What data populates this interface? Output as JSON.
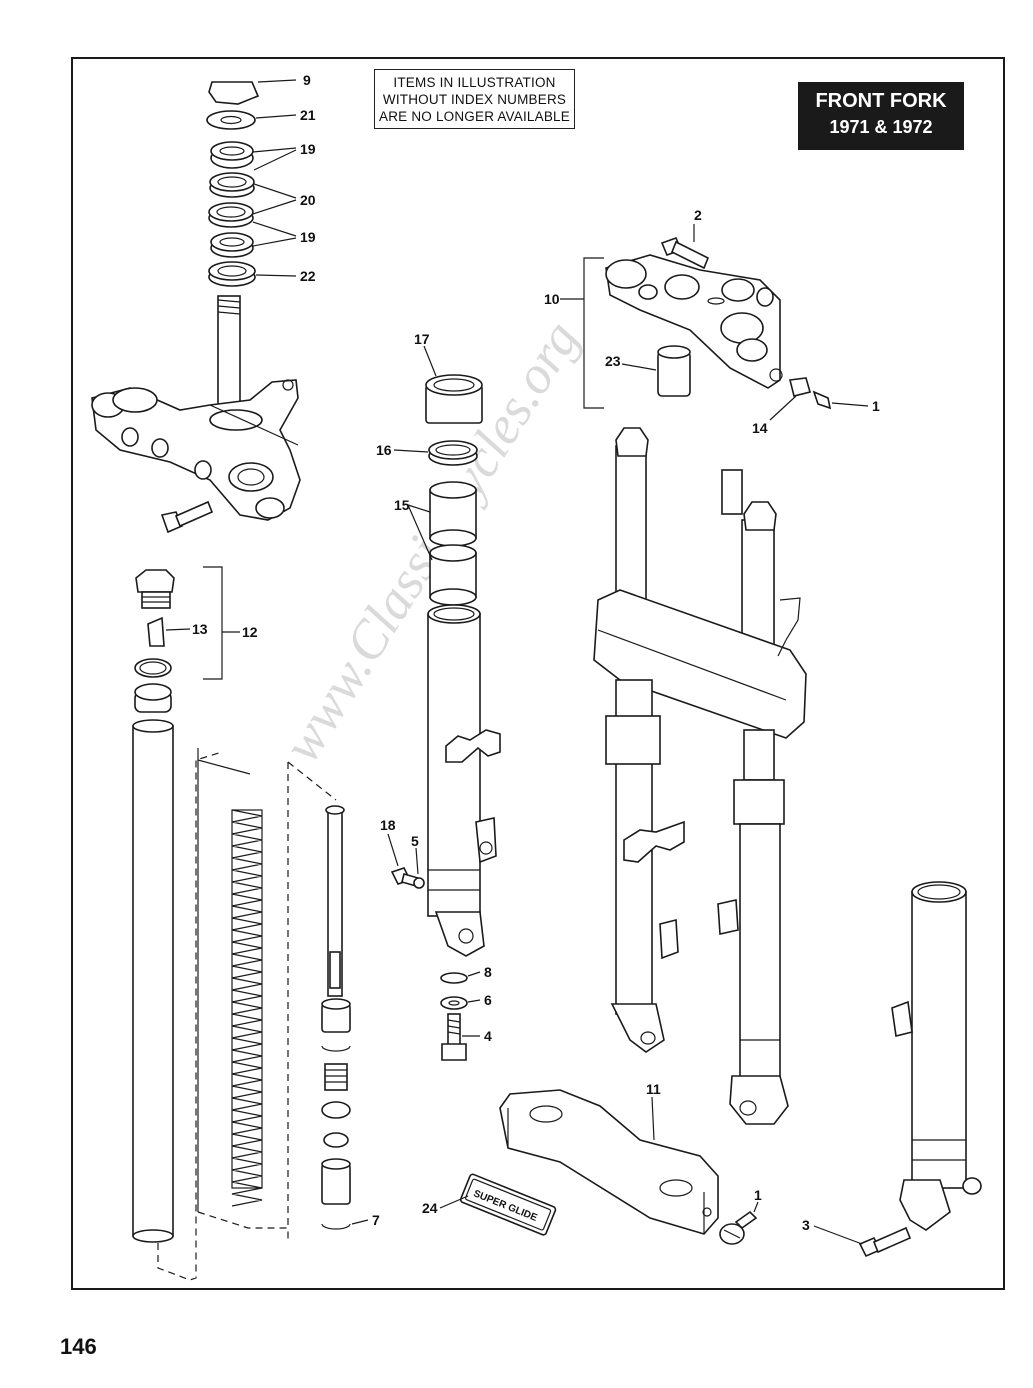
{
  "title": {
    "line1": "FRONT FORK",
    "line2": "1971 & 1972"
  },
  "notice": {
    "line1": "ITEMS IN ILLUSTRATION",
    "line2": "WITHOUT INDEX NUMBERS",
    "line3": "ARE NO LONGER AVAILABLE"
  },
  "page_number": "146",
  "watermark": "www.ClassicCycles.org",
  "badge_text": "SUPER GLIDE",
  "callouts": {
    "c9": "9",
    "c21": "21",
    "c19a": "19",
    "c20": "20",
    "c19b": "19",
    "c22": "22",
    "c2": "2",
    "c10": "10",
    "c23": "23",
    "c1a": "1",
    "c14": "14",
    "c17": "17",
    "c16": "16",
    "c15": "15",
    "c13": "13",
    "c12": "12",
    "c18": "18",
    "c5": "5",
    "c8": "8",
    "c6": "6",
    "c4": "4",
    "c7": "7",
    "c11": "11",
    "c24": "24",
    "c1b": "1",
    "c3": "3"
  }
}
